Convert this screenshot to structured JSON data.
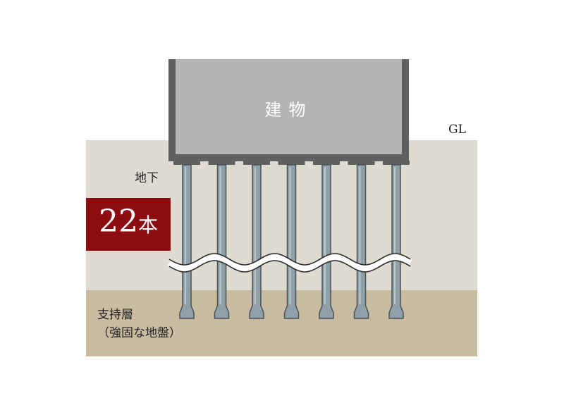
{
  "building": {
    "label": "建物"
  },
  "gl_label": "GL",
  "depth_label": "地下",
  "pile_count": {
    "number": "22",
    "unit": "本"
  },
  "bearing_layer": {
    "line1": "支持層",
    "line2": "（強固な地盤）"
  },
  "colors": {
    "upper_soil": "#dedbd0",
    "bearing_soil": "#c8bba0",
    "building_fill": "#b4b4b6",
    "building_frame": "#5f6062",
    "pile": "#8fa0a8",
    "count_box": "#8c0c10"
  },
  "piles_shown": 7
}
